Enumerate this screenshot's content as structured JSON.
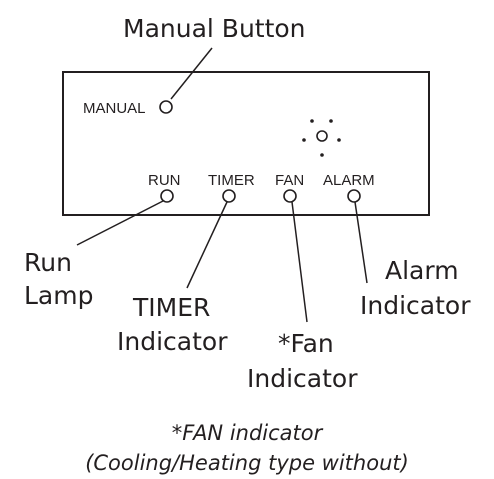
{
  "callouts": {
    "manual_button": "Manual Button",
    "run_lamp": [
      "Run",
      "Lamp"
    ],
    "timer_indicator": [
      "TIMER",
      "Indicator"
    ],
    "fan_indicator": [
      "*Fan",
      "Indicator"
    ],
    "alarm_indicator": [
      "Alarm",
      "Indicator"
    ]
  },
  "panel": {
    "manual": "MANUAL",
    "run": "RUN",
    "timer": "TIMER",
    "fan": "FAN",
    "alarm": "ALARM"
  },
  "footnote": {
    "line1": "*FAN indicator",
    "line2": "(Cooling/Heating type without)"
  }
}
